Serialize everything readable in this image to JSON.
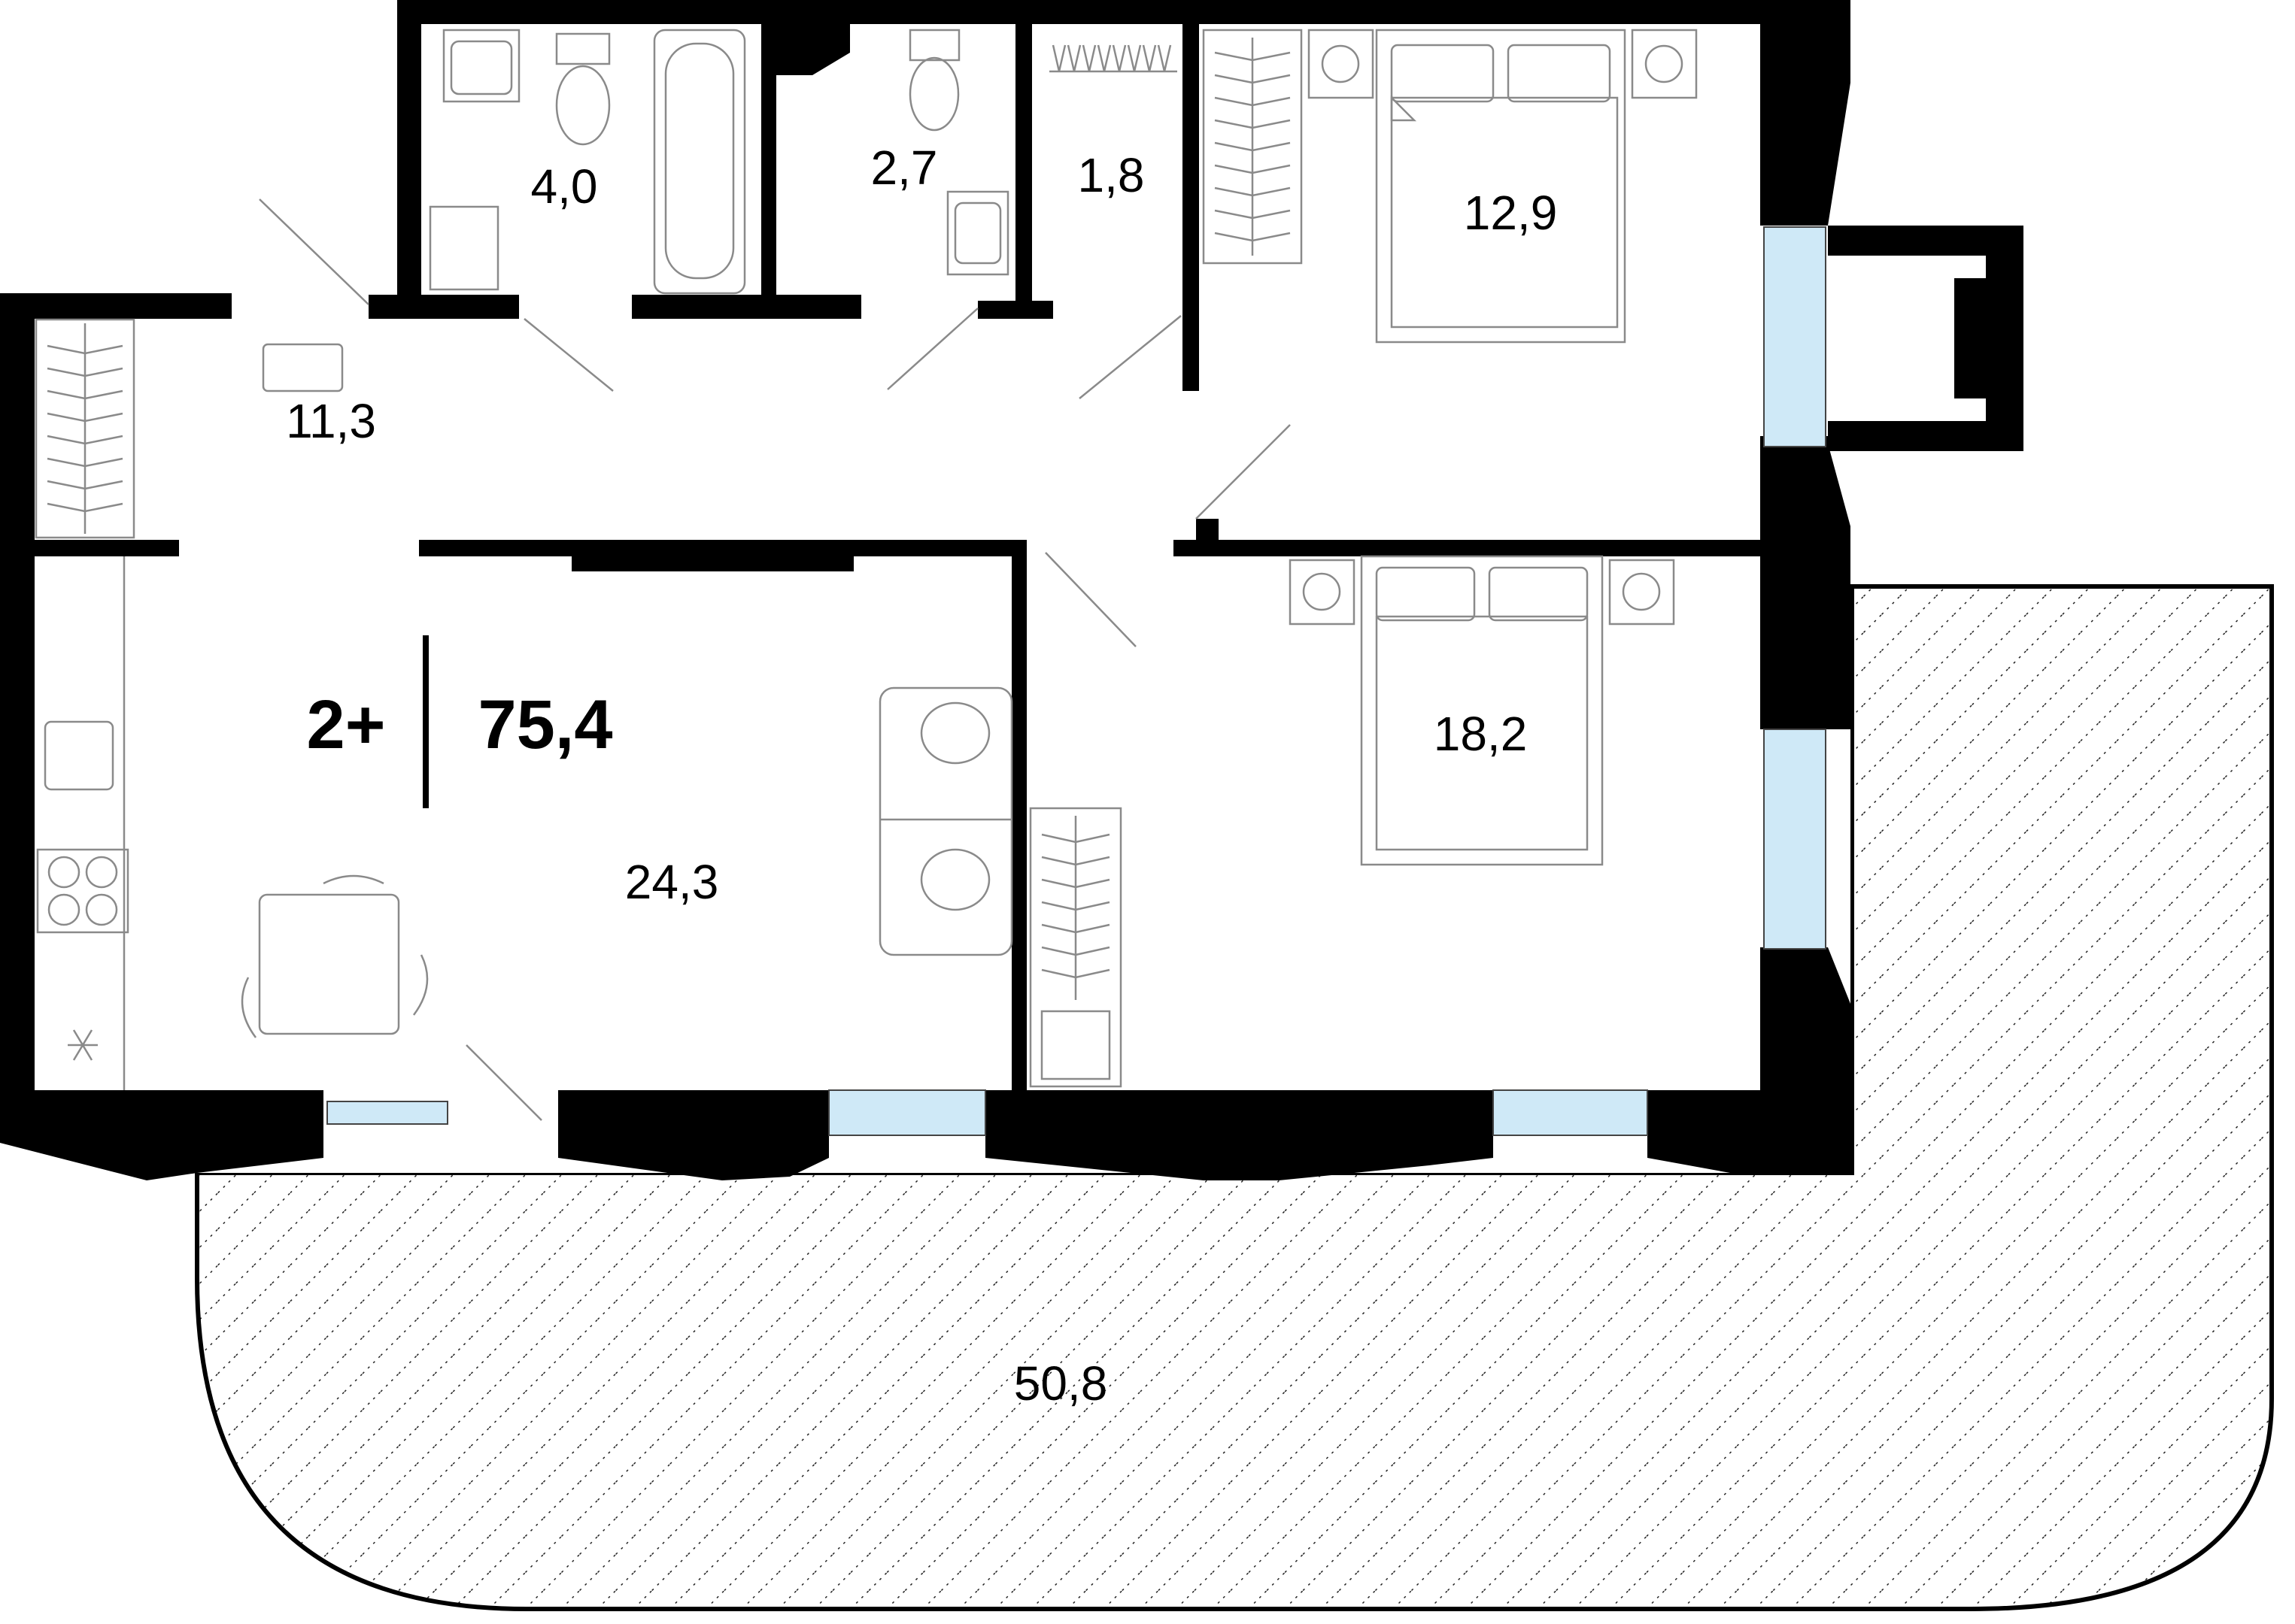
{
  "apartment": {
    "rooms_label": "2+",
    "total_area": "75,4"
  },
  "rooms": [
    {
      "id": "bathroom",
      "area": "4,0"
    },
    {
      "id": "toilet",
      "area": "2,7"
    },
    {
      "id": "wardrobe",
      "area": "1,8"
    },
    {
      "id": "bedroom-1",
      "area": "12,9"
    },
    {
      "id": "hallway",
      "area": "11,3"
    },
    {
      "id": "living-kitchen",
      "area": "24,3"
    },
    {
      "id": "bedroom-2",
      "area": "18,2"
    },
    {
      "id": "terrace",
      "area": "50,8"
    }
  ],
  "colors": {
    "wall": "#000000",
    "glass": "#cfe9f7",
    "furniture": "#8a8a8a",
    "background": "#ffffff"
  },
  "icons": [
    "sink-icon",
    "toilet-icon",
    "bathtub-icon",
    "washing-machine-icon",
    "bed-icon",
    "nightstand-icon",
    "wardrobe-icon",
    "sofa-icon",
    "dining-table-icon",
    "stove-icon",
    "fridge-icon"
  ]
}
